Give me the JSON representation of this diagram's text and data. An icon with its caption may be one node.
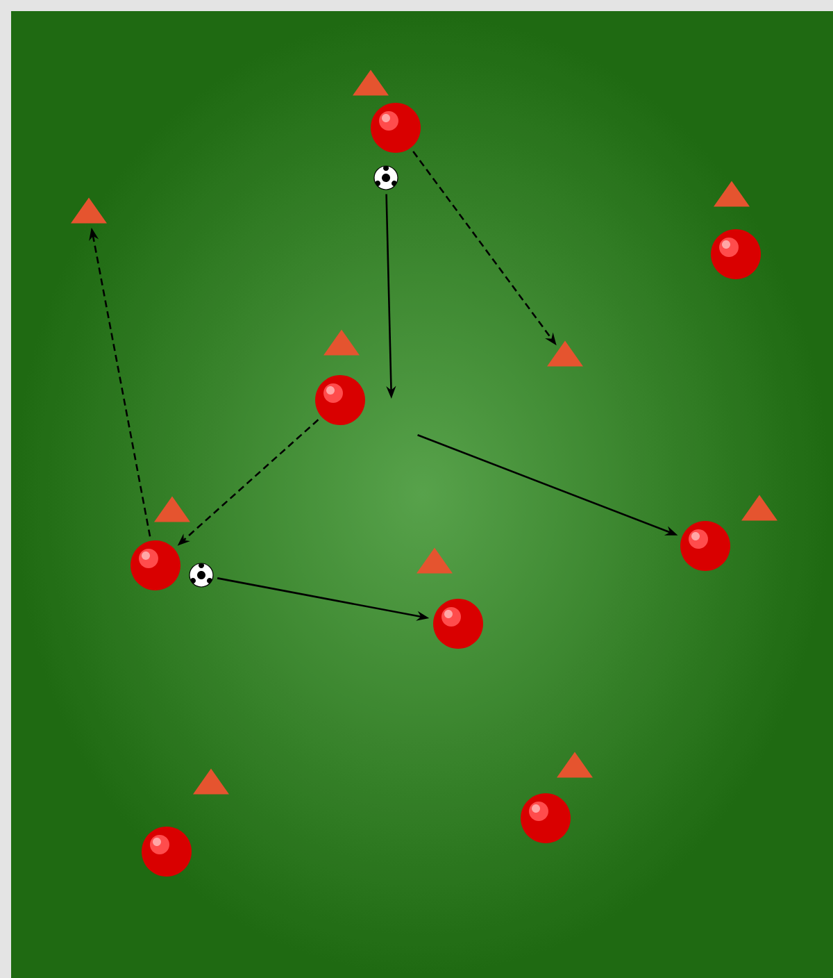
{
  "diagram": {
    "nodes": [
      {
        "text": [],
        "shape": "triangle"
      },
      {
        "text": [],
        "shape": "circle"
      },
      {
        "text": [],
        "shape": "ball"
      },
      {
        "text": [],
        "shape": "triangle"
      },
      {
        "text": [],
        "shape": "triangle"
      },
      {
        "text": [],
        "shape": "circle"
      },
      {
        "text": [],
        "shape": "triangle"
      },
      {
        "text": [],
        "shape": "triangle"
      },
      {
        "text": [],
        "shape": "circle"
      },
      {
        "text": [],
        "shape": "triangle"
      },
      {
        "text": [],
        "shape": "triangle"
      },
      {
        "text": [],
        "shape": "circle"
      },
      {
        "text": [],
        "shape": "triangle"
      },
      {
        "text": [],
        "shape": "circle"
      },
      {
        "text": [],
        "shape": "ball"
      },
      {
        "text": [],
        "shape": "circle"
      },
      {
        "text": [],
        "shape": "triangle"
      },
      {
        "text": [],
        "shape": "triangle"
      },
      {
        "text": [],
        "shape": "circle"
      },
      {
        "text": [],
        "shape": "circle"
      }
    ],
    "edges": [
      {
        "from": 2,
        "to": null,
        "arrow": "to"
      },
      {
        "from": 1,
        "to": 7,
        "arrow": "to",
        "style": "dashed"
      },
      {
        "from": 8,
        "to": 13,
        "arrow": "to",
        "style": "dashed"
      },
      {
        "from": 13,
        "to": 4,
        "arrow": "to",
        "style": "dashed"
      },
      {
        "from": null,
        "to": 11,
        "arrow": "to"
      },
      {
        "from": 14,
        "to": 15,
        "arrow": "to"
      }
    ]
  }
}
